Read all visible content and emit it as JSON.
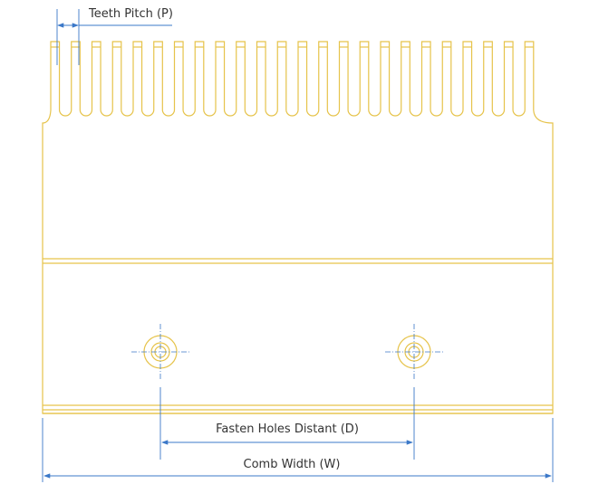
{
  "labels": {
    "teeth_pitch": "Teeth Pitch (P)",
    "fasten_holes": "Fasten Holes Distant (D)",
    "comb_width": "Comb Width (W)"
  },
  "colors": {
    "outline": "#e6c34a",
    "dimension": "#3b78c8",
    "centerline": "#3b78c8",
    "text": "#333333"
  },
  "comb": {
    "tooth_count": 24,
    "hole_count": 2
  }
}
